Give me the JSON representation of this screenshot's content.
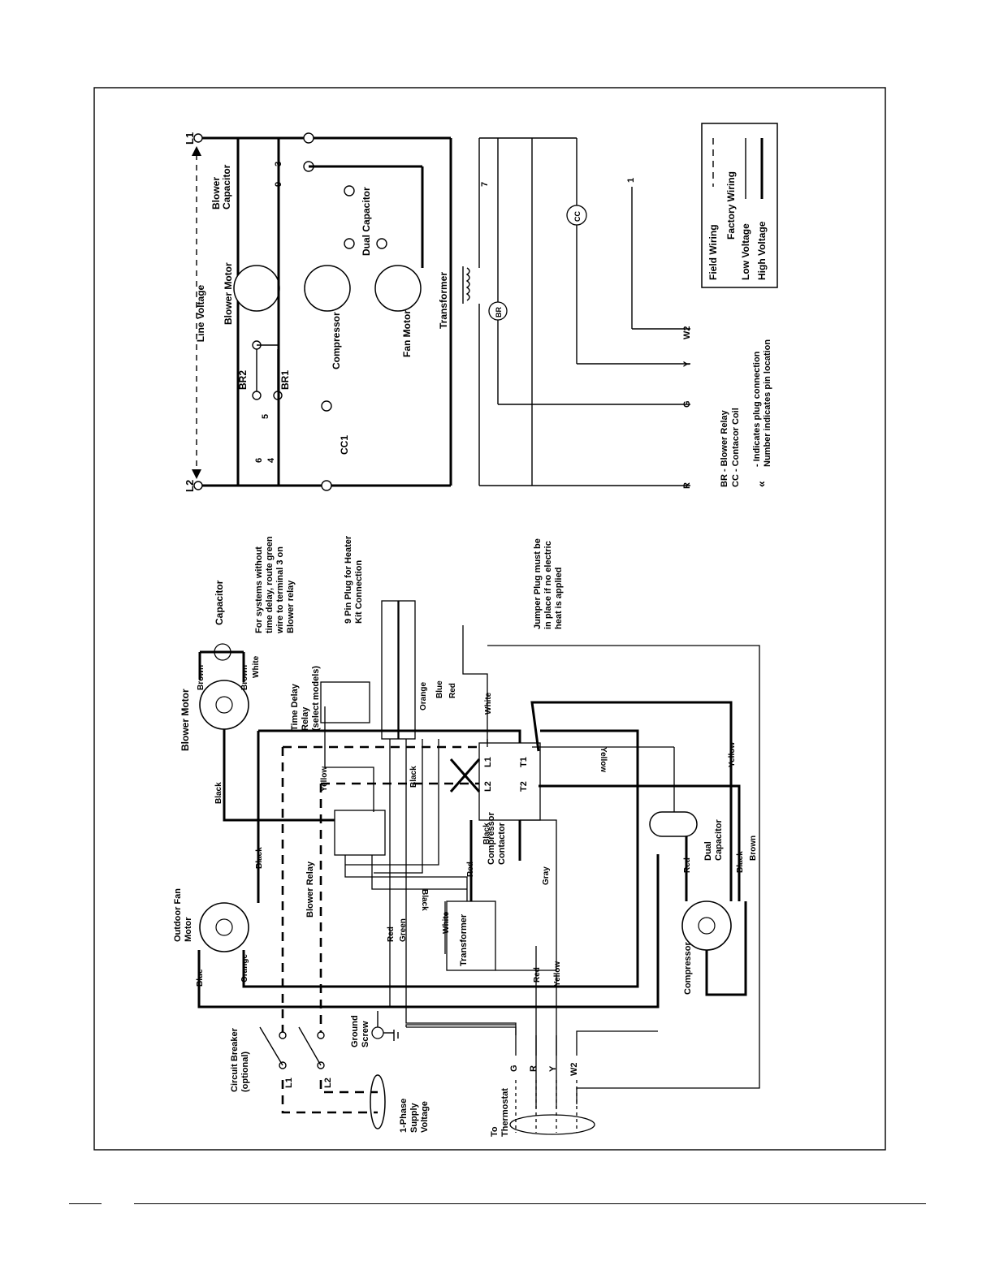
{
  "ladder": {
    "l1": "L1",
    "l2": "L2",
    "line_voltage": "Line Voltage",
    "blower_capacitor": "Blower Capacitor",
    "blower_motor": "Blower Motor",
    "compressor": "Compressor",
    "fan_motor": "Fan Motor",
    "dual_capacitor": "Dual Capacitor",
    "transformer": "Transformer",
    "br2": "BR2",
    "br1": "BR1",
    "cc1": "CC1",
    "cc": "CC",
    "br": "BR",
    "terminals": {
      "r": "R",
      "g": "G",
      "y": "Y",
      "w2": "W2"
    },
    "plug_pins": {
      "p1": "1",
      "p3": "3",
      "p4": "4",
      "p5": "5",
      "p6": "6",
      "p7": "7",
      "p9": "9"
    }
  },
  "legend": {
    "field_wiring": "Field Wiring",
    "factory_wiring": "Factory Wiring",
    "low_voltage": "Low Voltage",
    "high_voltage": "High Voltage"
  },
  "abbrev": {
    "br": "BR - Blower Relay",
    "cc": "CC - Contacor Coil",
    "plug_line1": "- Indicates plug connection",
    "plug_line2": "Number indicates pin location"
  },
  "pictorial": {
    "blower_motor": "Blower Motor",
    "capacitor": "Capacitor",
    "time_delay_relay": [
      "Time Delay",
      "Relay",
      "(select models)"
    ],
    "no_delay_note": [
      "For systems without",
      "time delay, route green",
      "wire to terminal 3 on",
      "Blower relay"
    ],
    "heater_plug": [
      "9 Pin Plug for Heater",
      "Kit Connection"
    ],
    "jumper_plug": [
      "Jumper Plug must be",
      "in place if no electric",
      "heat is applied"
    ],
    "outdoor_fan_motor": [
      "Outdoor Fan",
      "Motor"
    ],
    "blower_relay": "Blower Relay",
    "compressor_contactor": [
      "Compressor",
      "Contactor"
    ],
    "transformer": "Transformer",
    "dual_capacitor": [
      "Dual",
      "Capacitor"
    ],
    "compressor": "Compressor",
    "circuit_breaker": [
      "Circuit Breaker",
      "(optional)"
    ],
    "ground_screw": [
      "Ground",
      "Screw"
    ],
    "supply": [
      "1-Phase",
      "Supply",
      "Voltage"
    ],
    "to_thermostat": [
      "To",
      "Thermostat"
    ],
    "thermostat_terminals": [
      "G",
      "R",
      "Y",
      "W2"
    ],
    "l1": "L1",
    "l2": "L2",
    "contactor_terminals": {
      "l1": "L1",
      "l2": "L2",
      "t1": "T1",
      "t2": "T2"
    },
    "wire_colors": {
      "brown": "Brown",
      "white": "White",
      "black": "Black",
      "yellow": "Yellow",
      "orange": "Orange",
      "blue": "Blue",
      "red": "Red",
      "green": "Green",
      "gray": "Gray"
    }
  }
}
